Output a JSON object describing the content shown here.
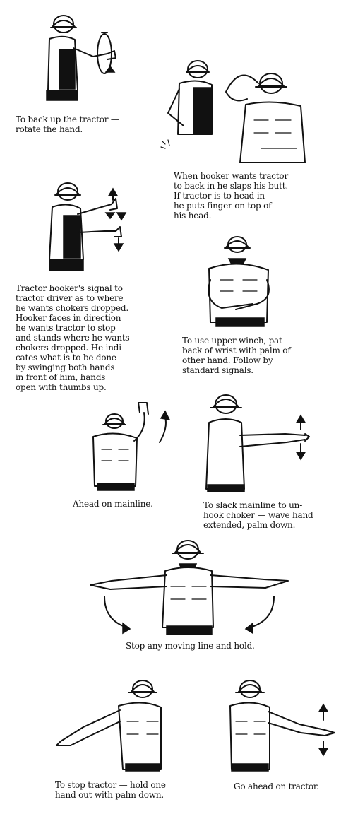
{
  "signals": [
    {
      "id": "backup",
      "caption": "To back up the tractor —\nrotate the hand."
    },
    {
      "id": "butt-head",
      "caption": "When hooker wants tractor\nto back in he slaps his butt.\nIf tractor is to head in\nhe puts finger on top of\nhis head."
    },
    {
      "id": "chokers",
      "caption": "Tractor hooker's signal to\ntractor driver as to where\nhe wants chokers dropped.\nHooker faces in direction\nhe wants tractor to stop\nand stands where he wants\nchokers dropped. He indi-\ncates what is to be done\nby swinging both hands\nin front of him, hands\nopen with thumbs up."
    },
    {
      "id": "upper-winch",
      "caption": "To use upper winch, pat\nback of wrist with palm of\nother hand. Follow by\nstandard signals."
    },
    {
      "id": "ahead-mainline",
      "caption": "Ahead on mainline."
    },
    {
      "id": "slack-mainline",
      "caption": "To slack mainline to un-\nhook choker — wave hand\nextended, palm down."
    },
    {
      "id": "stop-hold",
      "caption": "Stop any moving line and hold."
    },
    {
      "id": "stop-tractor",
      "caption": "To stop tractor — hold one\nhand out with palm down."
    },
    {
      "id": "go-ahead",
      "caption": "Go ahead on tractor."
    }
  ]
}
